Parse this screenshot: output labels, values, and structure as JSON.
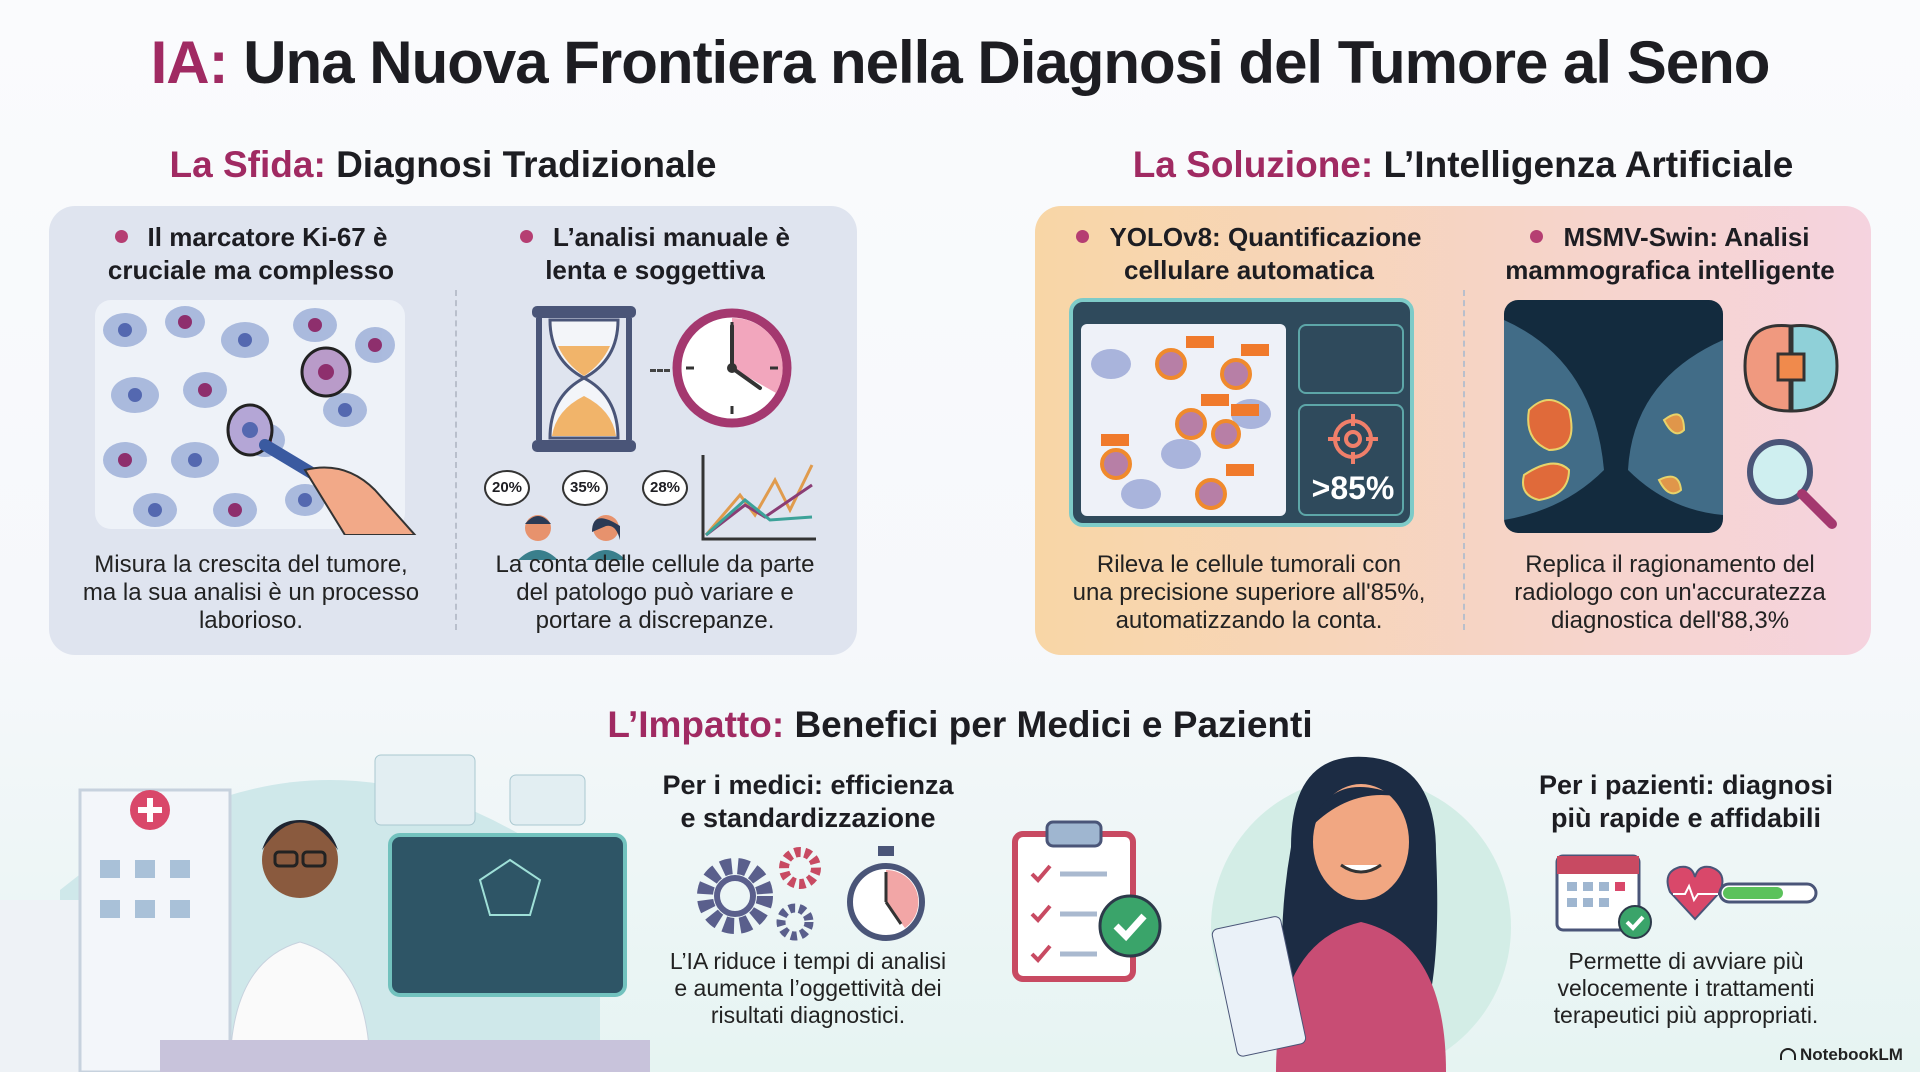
{
  "title": {
    "prefix": "IA:",
    "text": "Una Nuova Frontiera nella Diagnosi del Tumore al Seno"
  },
  "challenge": {
    "heading_prefix": "La Sfida:",
    "heading": "Diagnosi Tradizionale",
    "col1": {
      "title_l1": "Il marcatore Ki-67 è",
      "title_l2": "cruciale ma complesso",
      "text_l1": "Misura la crescita del tumore,",
      "text_l2": "ma la sua analisi è un processo",
      "text_l3": "laborioso."
    },
    "col2": {
      "title_l1": "L’analisi manuale è",
      "title_l2": "lenta e soggettiva",
      "bubbles": [
        "20%",
        "35%",
        "28%"
      ],
      "text_l1": "La conta delle cellule da parte",
      "text_l2": "del patologo può variare e",
      "text_l3": "portare a discrepanze."
    }
  },
  "solution": {
    "heading_prefix": "La Soluzione:",
    "heading": "L’Intelligenza Artificiale",
    "col1": {
      "title_l1": "YOLOv8: Quantificazione",
      "title_l2": "cellulare automatica",
      "metric": ">85%",
      "text_l1": "Rileva le cellule tumorali con",
      "text_l2": "una precisione superiore all'85%,",
      "text_l3": "automatizzando la conta."
    },
    "col2": {
      "title_l1": "MSMV-Swin: Analisi",
      "title_l2": "mammografica intelligente",
      "text_l1": "Replica il ragionamento del",
      "text_l2": "radiologo con un'accuratezza",
      "text_l3": "diagnostica dell'88,3%"
    }
  },
  "impact": {
    "heading_prefix": "L’Impatto:",
    "heading": "Benefici per Medici e Pazienti",
    "doctors": {
      "title_l1": "Per i medici: efficienza",
      "title_l2": "e standardizzazione",
      "text_l1": "L’IA riduce i tempi di analisi",
      "text_l2": "e aumenta l’oggettività dei",
      "text_l3": "risultati diagnostici."
    },
    "patients": {
      "title_l1": "Per i pazienti: diagnosi",
      "title_l2": "più rapide e affidabili",
      "text_l1": "Permette di avviare più",
      "text_l2": "velocemente i trattamenti",
      "text_l3": "terapeutici più appropriati."
    }
  },
  "branding": {
    "label": "NotebookLM"
  },
  "colors": {
    "accent": "#a02a62",
    "challenge_card": "#dfe4ef",
    "solution_card_start": "#f8d6a6",
    "solution_card_end": "#f5d3df"
  }
}
